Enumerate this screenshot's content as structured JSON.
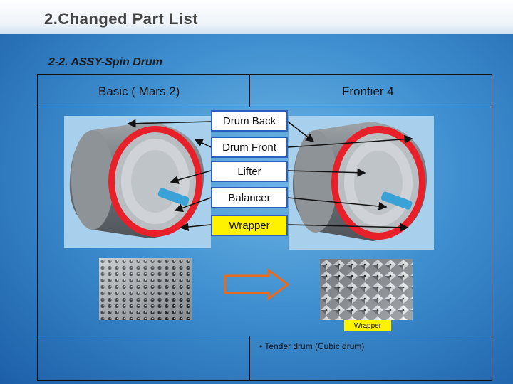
{
  "slide": {
    "title": "2.Changed Part List",
    "subtitle": "2-2.  ASSY-Spin Drum"
  },
  "columns": {
    "left": "Basic ( Mars 2)",
    "right": "Frontier 4"
  },
  "part_labels": [
    "Drum Back",
    "Drum Front",
    "Lifter",
    "Balancer",
    "Wrapper"
  ],
  "bottom": {
    "wrapper_tag": "Wrapper",
    "note": "• Tender drum (Cubic drum)"
  },
  "colors": {
    "label_border": "#2d5fbf",
    "highlight": "#fff200",
    "drum_rim": "#e8202a",
    "arrow": "#e86a1a"
  }
}
